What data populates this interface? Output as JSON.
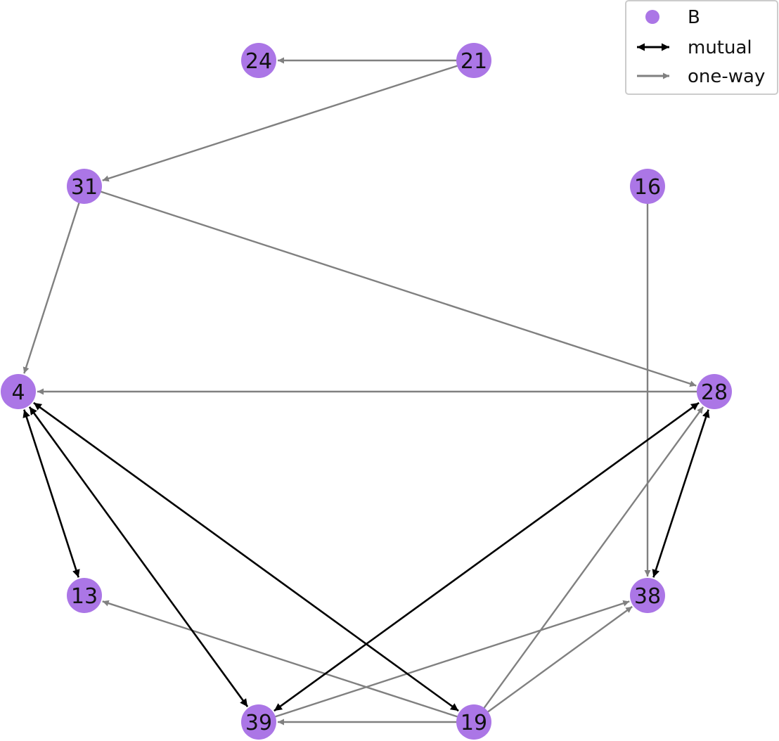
{
  "graph": {
    "node_color": "#ab76e6",
    "mutual_color": "#000000",
    "oneway_color": "#808080",
    "nodes": [
      {
        "id": "24",
        "label": "24",
        "group": "B"
      },
      {
        "id": "21",
        "label": "21",
        "group": "B"
      },
      {
        "id": "31",
        "label": "31",
        "group": "B"
      },
      {
        "id": "16",
        "label": "16",
        "group": "B"
      },
      {
        "id": "4",
        "label": "4",
        "group": "B"
      },
      {
        "id": "28",
        "label": "28",
        "group": "B"
      },
      {
        "id": "13",
        "label": "13",
        "group": "B"
      },
      {
        "id": "38",
        "label": "38",
        "group": "B"
      },
      {
        "id": "39",
        "label": "39",
        "group": "B"
      },
      {
        "id": "19",
        "label": "19",
        "group": "B"
      }
    ],
    "edges": [
      {
        "source": "21",
        "target": "24",
        "type": "one-way"
      },
      {
        "source": "21",
        "target": "31",
        "type": "one-way"
      },
      {
        "source": "31",
        "target": "4",
        "type": "one-way"
      },
      {
        "source": "31",
        "target": "28",
        "type": "one-way"
      },
      {
        "source": "28",
        "target": "4",
        "type": "one-way"
      },
      {
        "source": "16",
        "target": "38",
        "type": "one-way"
      },
      {
        "source": "19",
        "target": "13",
        "type": "one-way"
      },
      {
        "source": "19",
        "target": "39",
        "type": "one-way"
      },
      {
        "source": "19",
        "target": "38",
        "type": "one-way"
      },
      {
        "source": "19",
        "target": "28",
        "type": "one-way"
      },
      {
        "source": "39",
        "target": "38",
        "type": "one-way"
      },
      {
        "source": "4",
        "target": "13",
        "type": "mutual"
      },
      {
        "source": "4",
        "target": "39",
        "type": "mutual"
      },
      {
        "source": "4",
        "target": "19",
        "type": "mutual"
      },
      {
        "source": "28",
        "target": "39",
        "type": "mutual"
      },
      {
        "source": "28",
        "target": "38",
        "type": "mutual"
      }
    ]
  },
  "legend": {
    "placement": "top-right",
    "items": [
      {
        "label": "B",
        "kind": "node"
      },
      {
        "label": "mutual",
        "kind": "mutual"
      },
      {
        "label": "one-way",
        "kind": "one-way"
      }
    ]
  }
}
